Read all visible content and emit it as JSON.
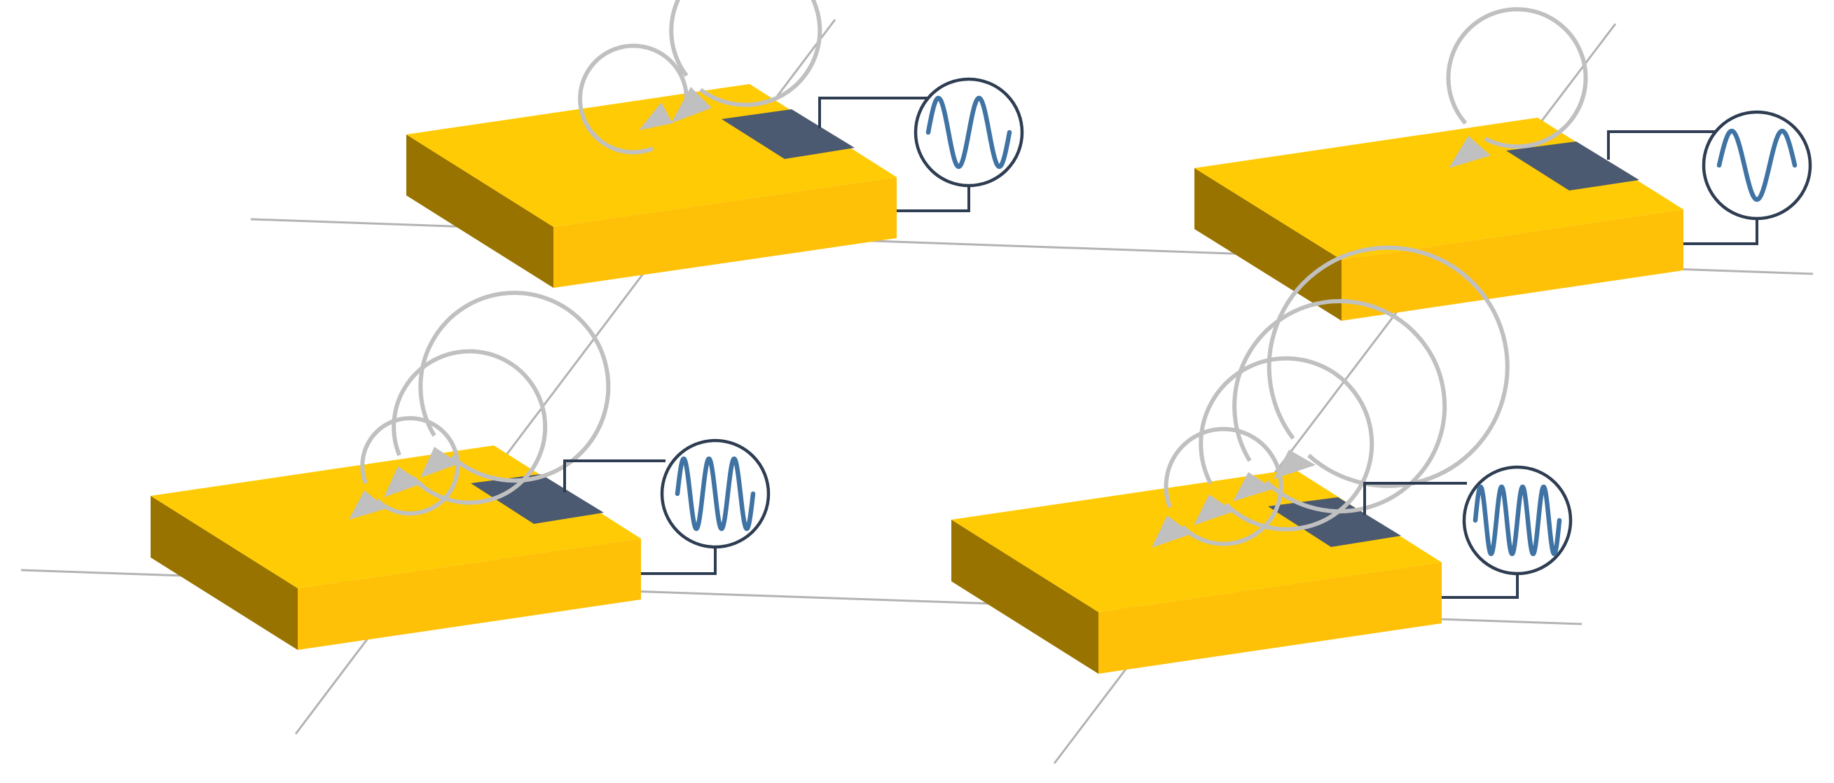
{
  "colors": {
    "slab_top": "#ffcb05",
    "slab_front": "#ffc107",
    "slab_side": "#987300",
    "electrode": "#4b5a70",
    "wire": "#2e3d52",
    "wave": "#3f73a4",
    "field_loops": "#c0c0c0",
    "axis_lines": "#b3b3b3"
  },
  "panels": [
    {
      "id": "top-left",
      "waveform_cycles": 2,
      "field_loop_count": 2
    },
    {
      "id": "top-right",
      "waveform_cycles": 1.5,
      "field_loop_count": 1
    },
    {
      "id": "bottom-left",
      "waveform_cycles": 3,
      "field_loop_count": 3
    },
    {
      "id": "bottom-right",
      "waveform_cycles": 4,
      "field_loop_count": 4
    }
  ],
  "icons": {
    "source": "ac-source-icon",
    "loop": "field-loop-icon",
    "electrode": "electrode-pad"
  }
}
